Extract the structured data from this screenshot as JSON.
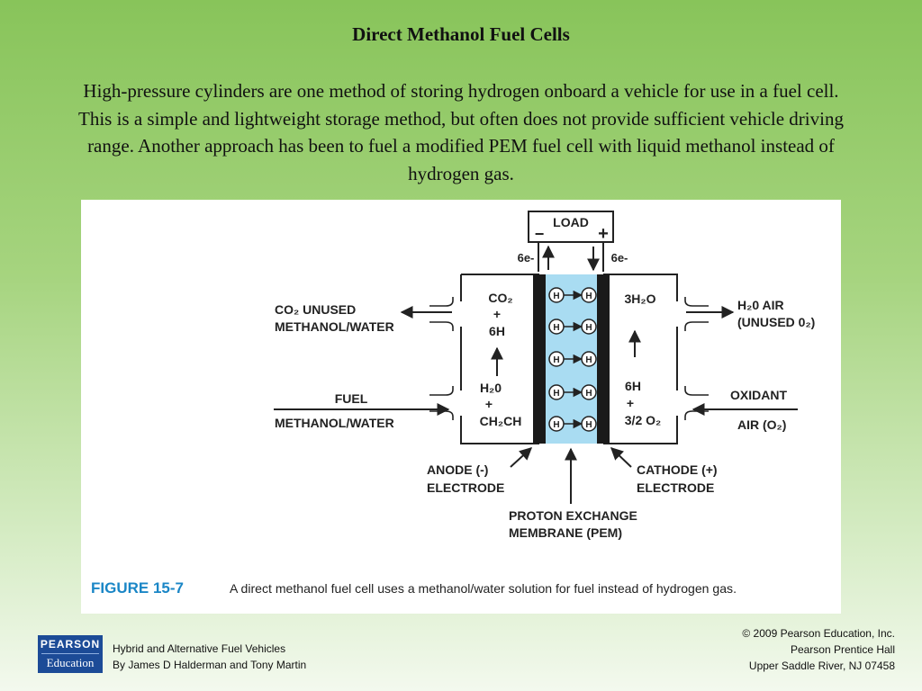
{
  "slide": {
    "title": "Direct Methanol Fuel Cells",
    "body": "High-pressure cylinders are one method of storing hydrogen onboard a vehicle for use in a fuel cell.  This is a simple and lightweight storage method, but often does not provide sufficient vehicle driving range.  Another approach has been to fuel a modified PEM fuel cell with liquid methanol instead of hydrogen gas."
  },
  "figure": {
    "load_label": "LOAD",
    "minus": "−",
    "plus": "+",
    "electron_left": "6e-",
    "electron_right": "6e-",
    "proton_symbol": "H",
    "exhaust_left_line1": "CO₂ UNUSED",
    "exhaust_left_line2": "METHANOL/WATER",
    "fuel_line1": "FUEL",
    "fuel_line2": "METHANOL/WATER",
    "anode_products_line1": "CO₂",
    "anode_products_plus": "+",
    "anode_products_line2": "6H",
    "anode_inputs_line1": "H₂0",
    "anode_inputs_plus": "+",
    "anode_inputs_line2": "CH₂CH",
    "cathode_products": "3H₂O",
    "cathode_inputs_line1": "6H",
    "cathode_inputs_plus": "+",
    "cathode_inputs_line2": "3/2 O₂",
    "exhaust_right_line1": "H₂0  AIR",
    "exhaust_right_line2": "(UNUSED 0₂)",
    "oxidant_line1": "OXIDANT",
    "oxidant_line2": "AIR (O₂)",
    "anode_line1": "ANODE (-)",
    "anode_line2": "ELECTRODE",
    "cathode_line1": "CATHODE (+)",
    "cathode_line2": "ELECTRODE",
    "pem_line1": "PROTON EXCHANGE",
    "pem_line2": "MEMBRANE (PEM)",
    "caption_number": "FIGURE 15-7",
    "caption_text": "A direct methanol fuel cell uses a methanol/water solution for fuel instead of hydrogen gas."
  },
  "footer": {
    "logo_line1": "PEARSON",
    "logo_line2": "Education",
    "book_title": "Hybrid and Alternative Fuel Vehicles",
    "authors": "By James D Halderman and Tony Martin",
    "copyright": "© 2009 Pearson Education, Inc.",
    "publisher": "Pearson Prentice Hall",
    "location": "Upper Saddle River, NJ 07458"
  },
  "colors": {
    "background_top": "#88c45a",
    "background_bottom": "#f3f9ee",
    "membrane": "#a9dcf2",
    "electrode": "#1a1a1a",
    "caption_accent": "#1a86c6",
    "logo": "#1c4b97"
  }
}
